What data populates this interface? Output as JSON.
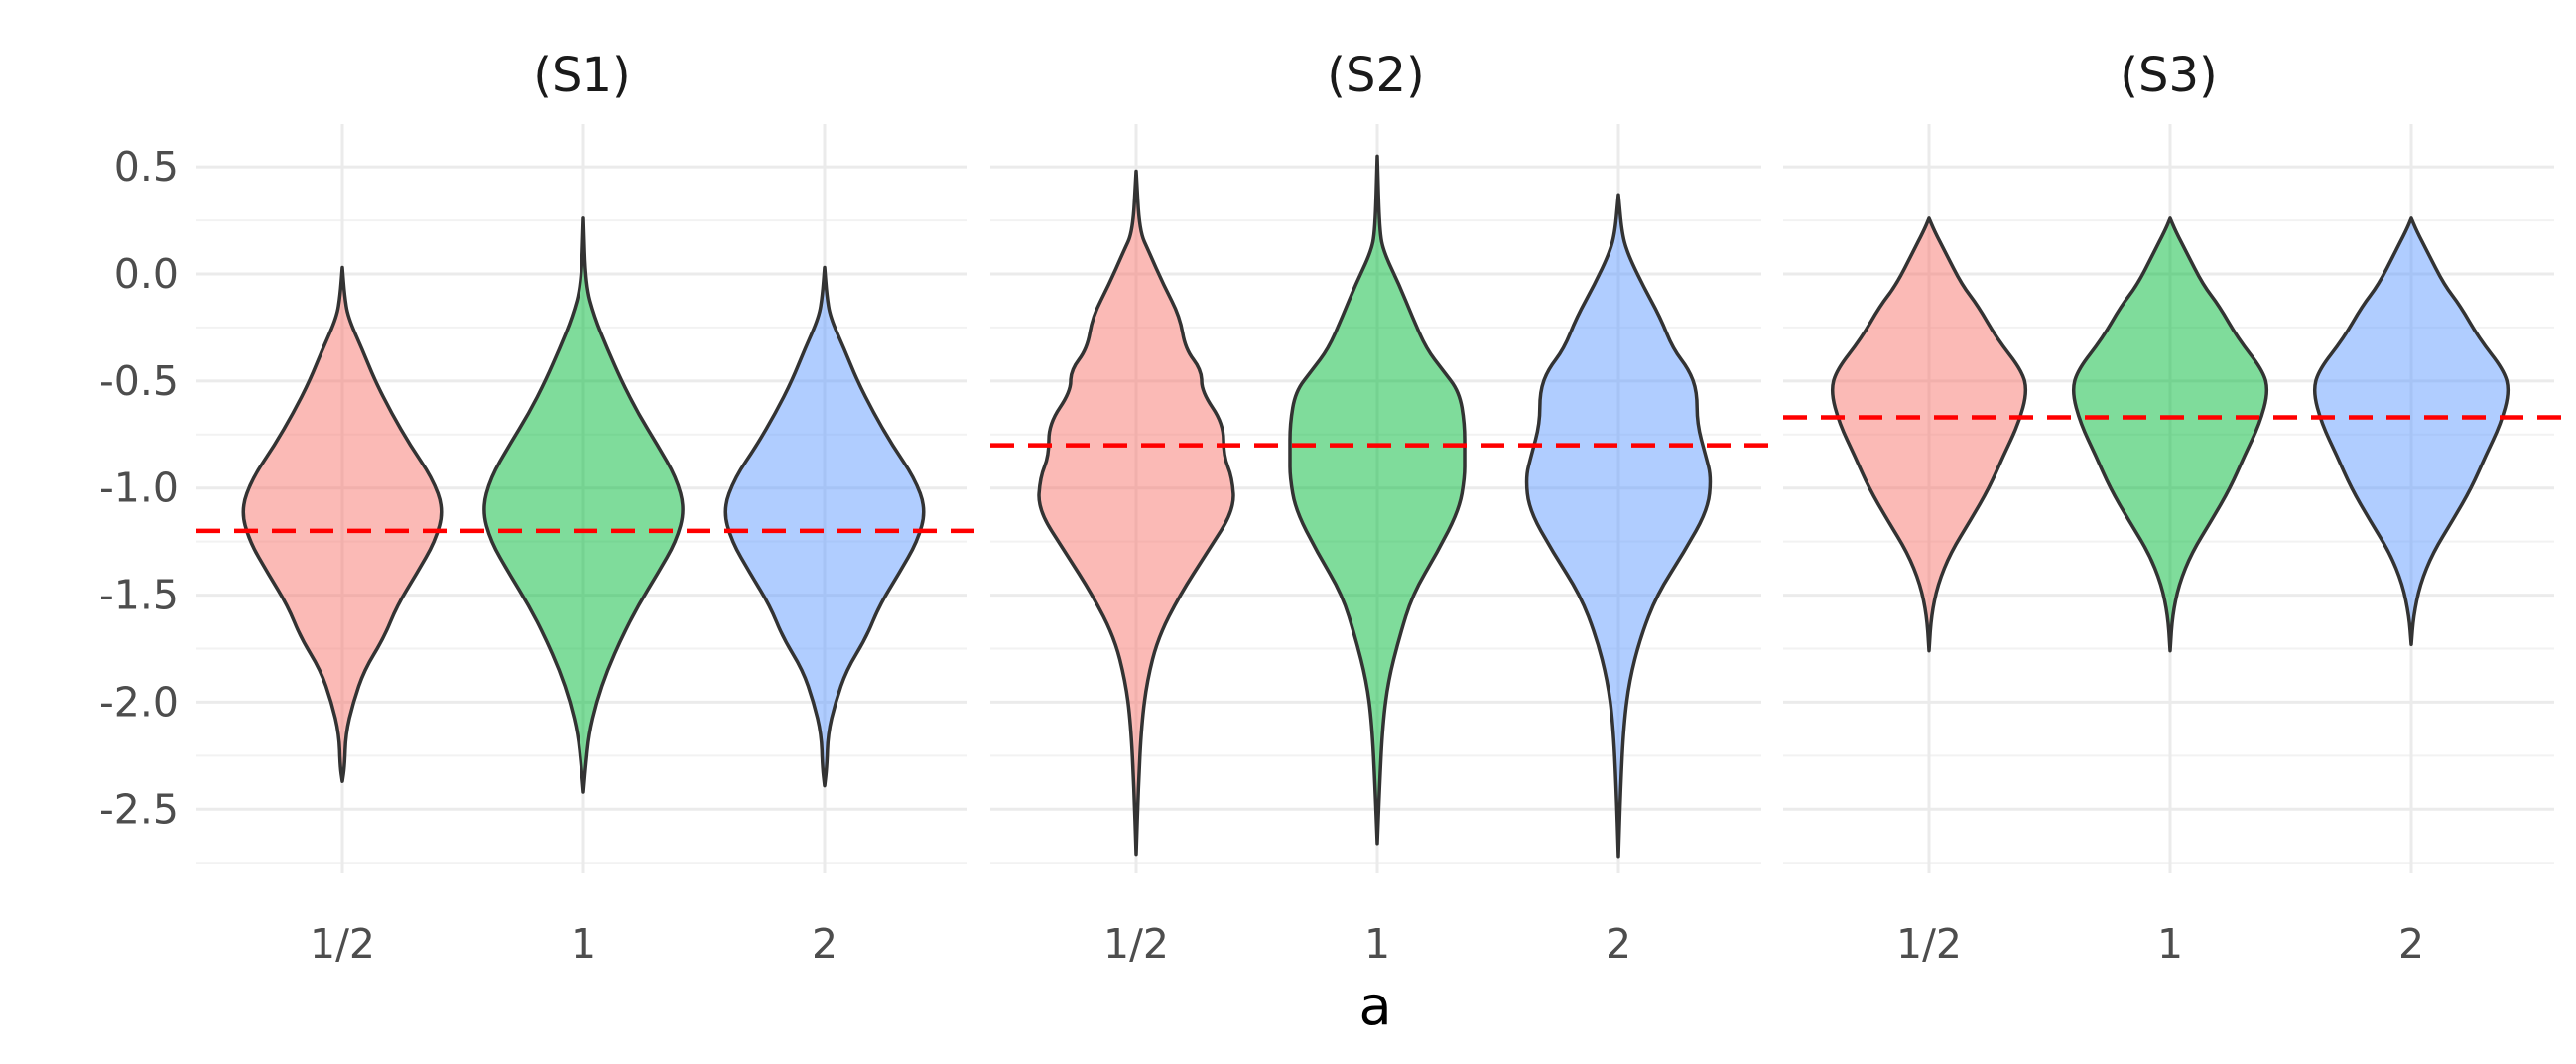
{
  "chart_data": {
    "type": "violin",
    "xlabel": "a",
    "ylabel": "",
    "ylim": [
      -2.8,
      0.7
    ],
    "yticks": [
      0.5,
      0.0,
      -0.5,
      -1.0,
      -1.5,
      -2.0,
      -2.5
    ],
    "ytick_labels": [
      "0.5",
      "0.0",
      "-0.5",
      "-1.0",
      "-1.5",
      "-2.0",
      "-2.5"
    ],
    "categories": [
      "1/2",
      "1",
      "2"
    ],
    "grid": true,
    "fill_colors": [
      "#F8766D",
      "#00BA38",
      "#619CFF"
    ],
    "reference_line_color": "#FF0000",
    "facets": [
      {
        "title": "(S1)",
        "reference_line": -1.2,
        "violins": [
          {
            "category": "1/2",
            "min": -2.37,
            "max": 0.03,
            "profile": [
              [
                -2.37,
                0
              ],
              [
                -2.3,
                0.02
              ],
              [
                -2.15,
                0.03
              ],
              [
                -2.0,
                0.1
              ],
              [
                -1.85,
                0.2
              ],
              [
                -1.7,
                0.38
              ],
              [
                -1.55,
                0.5
              ],
              [
                -1.4,
                0.68
              ],
              [
                -1.25,
                0.85
              ],
              [
                -1.1,
                0.93
              ],
              [
                -0.95,
                0.82
              ],
              [
                -0.8,
                0.62
              ],
              [
                -0.65,
                0.45
              ],
              [
                -0.5,
                0.3
              ],
              [
                -0.35,
                0.18
              ],
              [
                -0.2,
                0.05
              ],
              [
                -0.1,
                0.02
              ],
              [
                0.03,
                0
              ]
            ]
          },
          {
            "category": "1",
            "min": -2.42,
            "max": 0.26,
            "profile": [
              [
                -2.42,
                0
              ],
              [
                -2.3,
                0.02
              ],
              [
                -2.15,
                0.05
              ],
              [
                -2.0,
                0.12
              ],
              [
                -1.85,
                0.22
              ],
              [
                -1.7,
                0.35
              ],
              [
                -1.55,
                0.5
              ],
              [
                -1.4,
                0.68
              ],
              [
                -1.25,
                0.85
              ],
              [
                -1.1,
                0.93
              ],
              [
                -0.95,
                0.85
              ],
              [
                -0.8,
                0.68
              ],
              [
                -0.65,
                0.5
              ],
              [
                -0.5,
                0.35
              ],
              [
                -0.35,
                0.22
              ],
              [
                -0.2,
                0.1
              ],
              [
                -0.05,
                0.02
              ],
              [
                0.26,
                0
              ]
            ]
          },
          {
            "category": "2",
            "min": -2.39,
            "max": 0.03,
            "profile": [
              [
                -2.39,
                0
              ],
              [
                -2.3,
                0.02
              ],
              [
                -2.15,
                0.03
              ],
              [
                -2.0,
                0.1
              ],
              [
                -1.85,
                0.2
              ],
              [
                -1.7,
                0.38
              ],
              [
                -1.55,
                0.5
              ],
              [
                -1.4,
                0.68
              ],
              [
                -1.25,
                0.85
              ],
              [
                -1.1,
                0.93
              ],
              [
                -0.95,
                0.82
              ],
              [
                -0.8,
                0.62
              ],
              [
                -0.65,
                0.45
              ],
              [
                -0.5,
                0.3
              ],
              [
                -0.35,
                0.18
              ],
              [
                -0.2,
                0.05
              ],
              [
                -0.1,
                0.02
              ],
              [
                0.03,
                0
              ]
            ]
          }
        ]
      },
      {
        "title": "(S2)",
        "reference_line": -0.8,
        "violins": [
          {
            "category": "1/2",
            "min": -2.71,
            "max": 0.48,
            "profile": [
              [
                -2.71,
                0
              ],
              [
                -2.4,
                0.02
              ],
              [
                -2.1,
                0.05
              ],
              [
                -1.9,
                0.1
              ],
              [
                -1.7,
                0.2
              ],
              [
                -1.5,
                0.4
              ],
              [
                -1.3,
                0.65
              ],
              [
                -1.1,
                0.9
              ],
              [
                -0.95,
                0.88
              ],
              [
                -0.85,
                0.8
              ],
              [
                -0.7,
                0.8
              ],
              [
                -0.55,
                0.6
              ],
              [
                -0.45,
                0.6
              ],
              [
                -0.35,
                0.45
              ],
              [
                -0.2,
                0.4
              ],
              [
                -0.05,
                0.25
              ],
              [
                0.1,
                0.12
              ],
              [
                0.2,
                0.03
              ],
              [
                0.48,
                0
              ]
            ]
          },
          {
            "category": "1",
            "min": -2.66,
            "max": 0.55,
            "profile": [
              [
                -2.66,
                0
              ],
              [
                -2.4,
                0.02
              ],
              [
                -2.1,
                0.05
              ],
              [
                -1.9,
                0.1
              ],
              [
                -1.7,
                0.2
              ],
              [
                -1.5,
                0.32
              ],
              [
                -1.3,
                0.55
              ],
              [
                -1.1,
                0.75
              ],
              [
                -0.95,
                0.8
              ],
              [
                -0.85,
                0.8
              ],
              [
                -0.7,
                0.8
              ],
              [
                -0.55,
                0.75
              ],
              [
                -0.45,
                0.6
              ],
              [
                -0.35,
                0.45
              ],
              [
                -0.2,
                0.32
              ],
              [
                -0.05,
                0.2
              ],
              [
                0.1,
                0.06
              ],
              [
                0.2,
                0.02
              ],
              [
                0.55,
                0
              ]
            ]
          },
          {
            "category": "2",
            "min": -2.72,
            "max": 0.37,
            "profile": [
              [
                -2.72,
                0
              ],
              [
                -2.4,
                0.02
              ],
              [
                -2.1,
                0.05
              ],
              [
                -1.9,
                0.1
              ],
              [
                -1.7,
                0.2
              ],
              [
                -1.5,
                0.35
              ],
              [
                -1.3,
                0.6
              ],
              [
                -1.1,
                0.82
              ],
              [
                -0.95,
                0.85
              ],
              [
                -0.85,
                0.8
              ],
              [
                -0.7,
                0.72
              ],
              [
                -0.55,
                0.72
              ],
              [
                -0.45,
                0.65
              ],
              [
                -0.35,
                0.5
              ],
              [
                -0.2,
                0.38
              ],
              [
                -0.05,
                0.22
              ],
              [
                0.1,
                0.08
              ],
              [
                0.2,
                0.03
              ],
              [
                0.37,
                0
              ]
            ]
          }
        ]
      },
      {
        "title": "(S3)",
        "reference_line": -0.67,
        "violins": [
          {
            "category": "1/2",
            "min": -1.76,
            "max": 0.26,
            "profile": [
              [
                -1.76,
                0
              ],
              [
                -1.6,
                0.02
              ],
              [
                -1.45,
                0.08
              ],
              [
                -1.3,
                0.2
              ],
              [
                -1.15,
                0.38
              ],
              [
                -1.0,
                0.55
              ],
              [
                -0.85,
                0.68
              ],
              [
                -0.7,
                0.82
              ],
              [
                -0.55,
                0.9
              ],
              [
                -0.45,
                0.85
              ],
              [
                -0.3,
                0.62
              ],
              [
                -0.15,
                0.45
              ],
              [
                -0.05,
                0.3
              ],
              [
                0.1,
                0.15
              ],
              [
                0.2,
                0.05
              ],
              [
                0.26,
                0
              ]
            ]
          },
          {
            "category": "1",
            "min": -1.76,
            "max": 0.26,
            "profile": [
              [
                -1.76,
                0
              ],
              [
                -1.6,
                0.02
              ],
              [
                -1.45,
                0.08
              ],
              [
                -1.3,
                0.2
              ],
              [
                -1.15,
                0.38
              ],
              [
                -1.0,
                0.55
              ],
              [
                -0.85,
                0.68
              ],
              [
                -0.7,
                0.82
              ],
              [
                -0.55,
                0.9
              ],
              [
                -0.45,
                0.85
              ],
              [
                -0.3,
                0.62
              ],
              [
                -0.15,
                0.45
              ],
              [
                -0.05,
                0.3
              ],
              [
                0.1,
                0.15
              ],
              [
                0.2,
                0.05
              ],
              [
                0.26,
                0
              ]
            ]
          },
          {
            "category": "2",
            "min": -1.73,
            "max": 0.26,
            "profile": [
              [
                -1.73,
                0
              ],
              [
                -1.6,
                0.02
              ],
              [
                -1.45,
                0.08
              ],
              [
                -1.3,
                0.2
              ],
              [
                -1.15,
                0.38
              ],
              [
                -1.0,
                0.55
              ],
              [
                -0.85,
                0.68
              ],
              [
                -0.7,
                0.82
              ],
              [
                -0.55,
                0.9
              ],
              [
                -0.45,
                0.85
              ],
              [
                -0.3,
                0.62
              ],
              [
                -0.15,
                0.45
              ],
              [
                -0.05,
                0.3
              ],
              [
                0.1,
                0.15
              ],
              [
                0.2,
                0.05
              ],
              [
                0.26,
                0
              ]
            ]
          }
        ]
      }
    ]
  }
}
